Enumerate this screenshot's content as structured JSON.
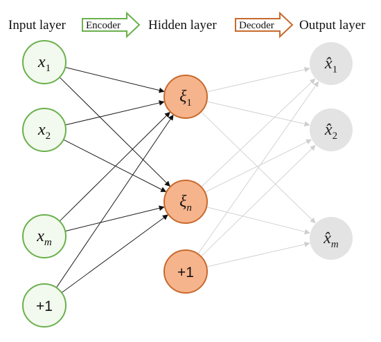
{
  "headers": {
    "input": "Input layer",
    "hidden": "Hidden layer",
    "output": "Output layer"
  },
  "arrows": {
    "encoder": "Encoder",
    "decoder": "Decoder"
  },
  "nodes": {
    "input": [
      {
        "base": "x",
        "sub": "1"
      },
      {
        "base": "x",
        "sub": "2"
      },
      {
        "base": "x",
        "sub": "m"
      },
      {
        "plain": "+1"
      }
    ],
    "hidden": [
      {
        "base": "ξ",
        "sub": "1"
      },
      {
        "base": "ξ",
        "sub": "n"
      },
      {
        "plain": "+1"
      }
    ],
    "output": [
      {
        "base": "x̂",
        "sub": "1"
      },
      {
        "base": "x̂",
        "sub": "2"
      },
      {
        "base": "x̂",
        "sub": "m"
      }
    ]
  },
  "colors": {
    "input_stroke": "#6ab04c",
    "input_fill": "#f2f9ee",
    "hidden_stroke": "#c8692c",
    "hidden_fill": "#f6b48c",
    "output_fill": "#e3e3e3",
    "encoder_edge": "#1a1a1a",
    "decoder_edge": "#d2d2d2"
  }
}
